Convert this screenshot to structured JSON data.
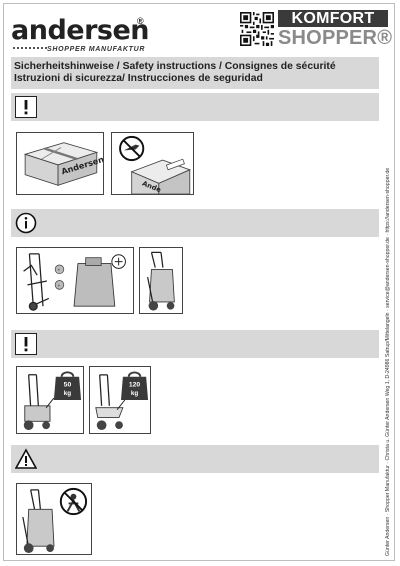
{
  "brand": {
    "name": "andersen",
    "registered": "®",
    "tagline": "SHOPPER MANUFAKTUR"
  },
  "product": {
    "line1": "KOMFORT",
    "line2": "SHOPPER®"
  },
  "title": {
    "line1": "Sicherheitshinweise / Safety instructions / Consignes de sécurité",
    "line2": "Istruzioni di sicurezza/ Instrucciones de seguridad"
  },
  "sections": [
    {
      "symbol": "exclamation-icon",
      "box_label": "Andersen"
    },
    {
      "symbol": "info-icon"
    },
    {
      "symbol": "exclamation-icon",
      "weights": [
        "50 kg",
        "120 kg"
      ]
    },
    {
      "symbol": "warning-triangle-icon"
    }
  ],
  "side_text": "Günter Andersen · Shopper Manufaktur · Christa u. Günter Andersen Weg 1, D-24986 Satrup/Mittelangeln · service@andersen-shopper.de · https://andersen-shopper.de",
  "colors": {
    "band": "#d8d8d8",
    "dark": "#3a3a3a",
    "gray_logo": "#8a8a8a"
  }
}
